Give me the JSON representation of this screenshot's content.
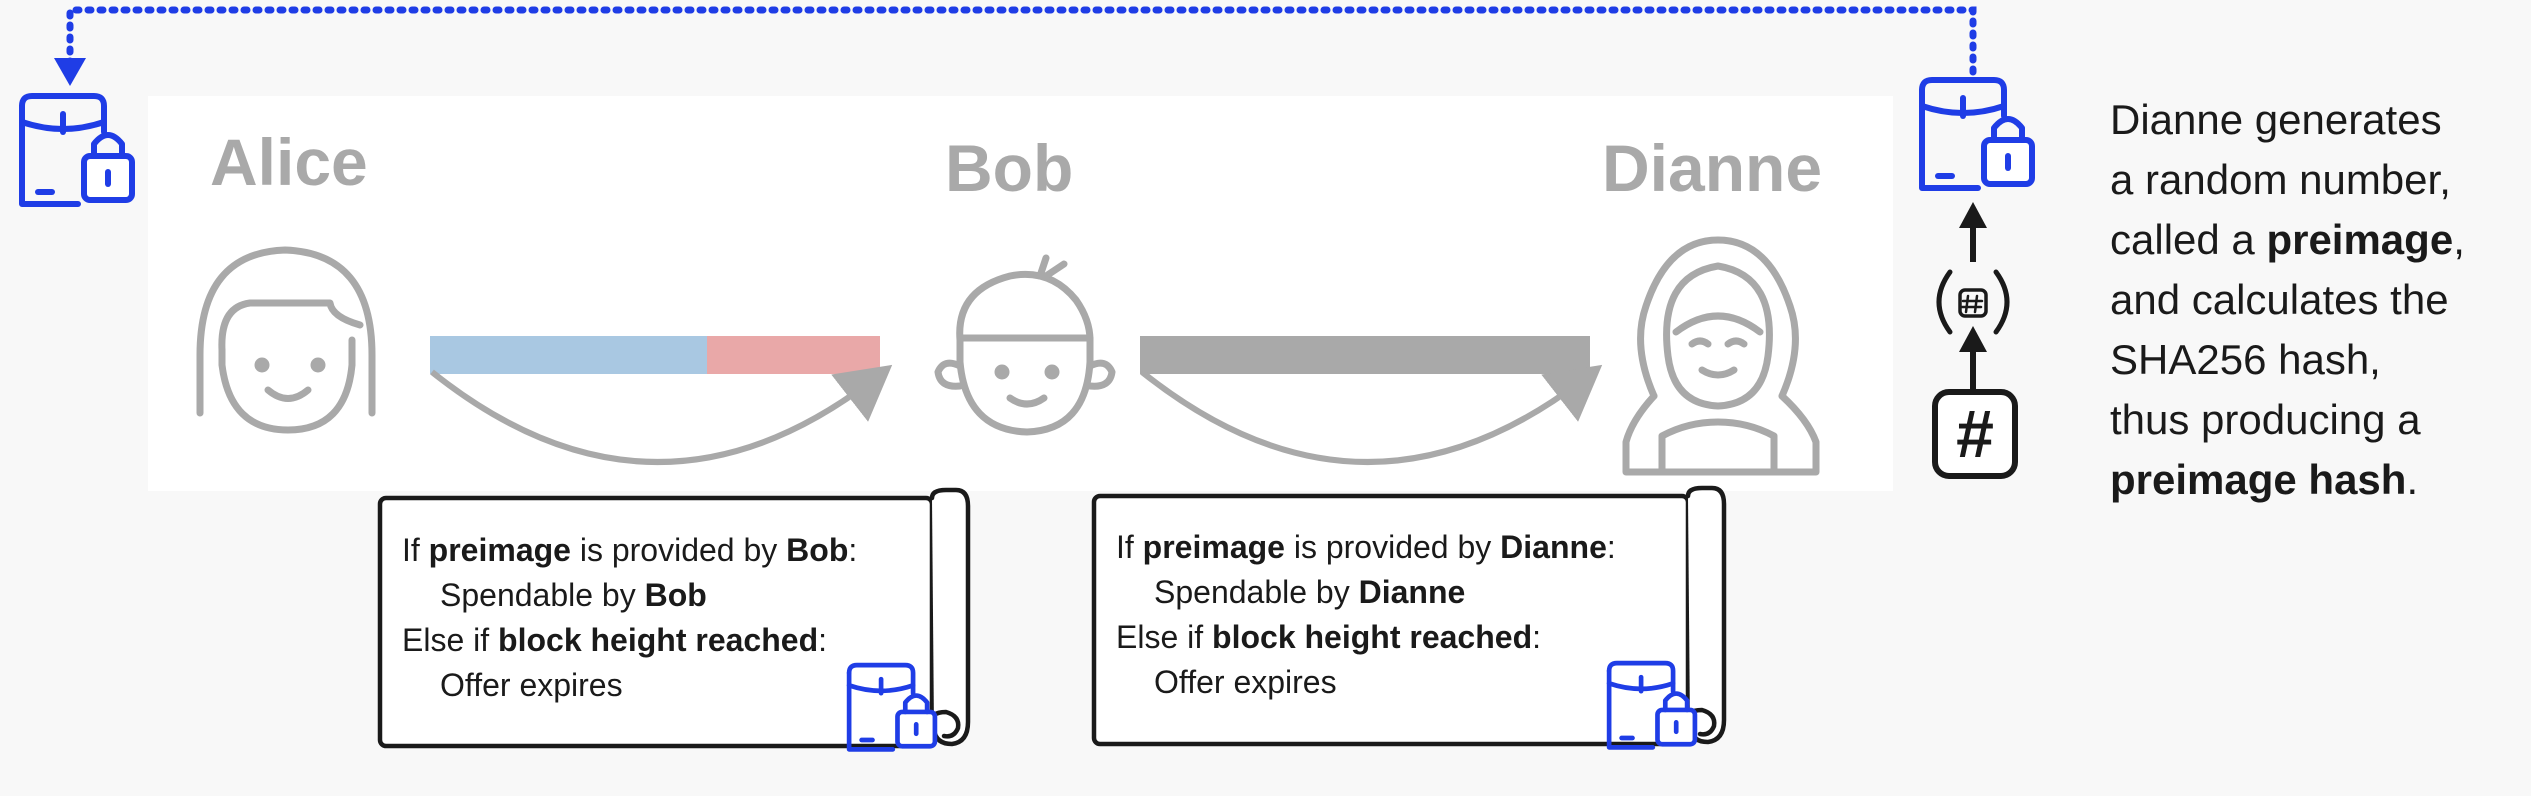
{
  "participants": [
    {
      "name": "Alice"
    },
    {
      "name": "Bob"
    },
    {
      "name": "Dianne"
    }
  ],
  "colors": {
    "accent_blue": "#1f3de6",
    "channel_blue": "#a9c8e2",
    "channel_red": "#e9a8a8",
    "channel_gray": "#a9a9a9",
    "name_gray": "#a9a9a9",
    "text": "#1a1a1a"
  },
  "contracts": [
    {
      "line1": {
        "pre": "If ",
        "b1": "preimage",
        "mid": " is provided by ",
        "b2": "Bob",
        "post": ":"
      },
      "line2": {
        "pre": "Spendable by ",
        "b": "Bob"
      },
      "line3": {
        "pre": "Else if ",
        "b": "block height reached",
        "post": ":"
      },
      "line4": "Offer expires"
    },
    {
      "line1": {
        "pre": "If ",
        "b1": "preimage",
        "mid": " is provided by ",
        "b2": "Dianne",
        "post": ":"
      },
      "line2": {
        "pre": "Spendable by ",
        "b": "Dianne"
      },
      "line3": {
        "pre": "Else if ",
        "b": "block height reached",
        "post": ":"
      },
      "line4": "Offer expires"
    }
  ],
  "hash_symbol": "#",
  "icons": [
    "envelope-lock-icon",
    "person-icon",
    "hash-icon",
    "arrow-up-icon",
    "scroll-icon"
  ],
  "explanation": {
    "l1": "Dianne generates",
    "l2": "a random number,",
    "l3_pre": "called a ",
    "l3_b": "preimage",
    "l3_post": ",",
    "l4": "and calculates the",
    "l5": "SHA256 hash,",
    "l6": "thus producing a",
    "l7_b": "preimage hash",
    "l7_post": "."
  }
}
